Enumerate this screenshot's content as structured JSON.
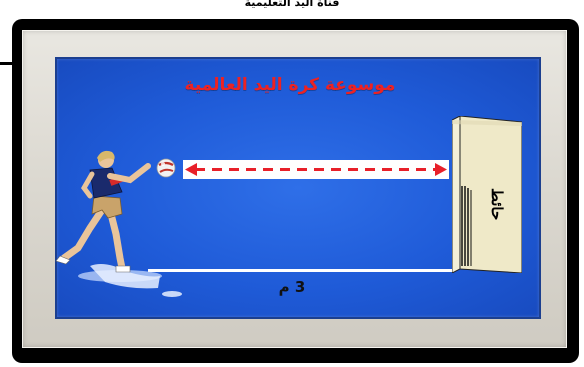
{
  "header": {
    "clipped_text": "قناة اليد التعليمية"
  },
  "panel": {
    "title": "موسوعة كرة اليد العالمية",
    "distance_label": "3 م",
    "wall_label": "حائط"
  },
  "icons": [
    "player-figure",
    "ball-icon",
    "double-arrow-icon",
    "wall-icon"
  ],
  "colors": {
    "panel_blue": "#1f5bd8",
    "title_red": "#ee2222",
    "arrow_red": "#e8202a",
    "frame_grey": "#dcd9d1"
  }
}
